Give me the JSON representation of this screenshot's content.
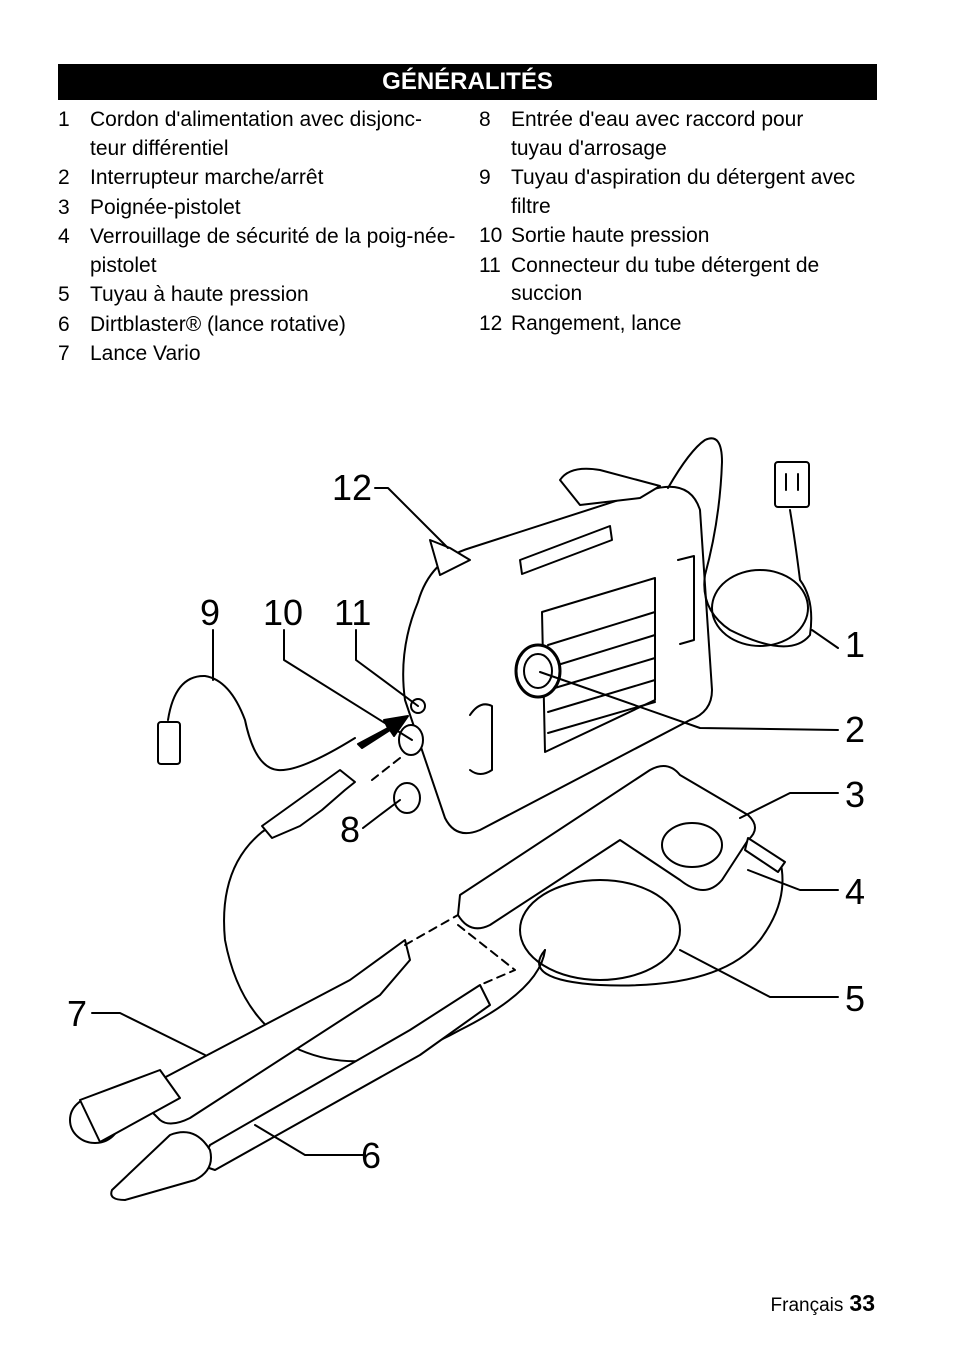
{
  "header": {
    "title": "GÉNÉRALITÉS"
  },
  "left_items": [
    {
      "num": "1",
      "text": "Cordon d'alimentation avec disjonc-teur différentiel"
    },
    {
      "num": "2",
      "text": "Interrupteur marche/arrêt"
    },
    {
      "num": "3",
      "text": "Poignée-pistolet"
    },
    {
      "num": "4",
      "text": "Verrouillage de sécurité de la poig-née-pistolet"
    },
    {
      "num": "5",
      "text": "Tuyau à haute pression"
    },
    {
      "num": "6",
      "text": "Dirtblaster® (lance rotative)"
    },
    {
      "num": "7",
      "text": "Lance Vario"
    }
  ],
  "right_items": [
    {
      "num": "8",
      "text": "Entrée d'eau avec raccord pour tuyau d'arrosage"
    },
    {
      "num": "9",
      "text": "Tuyau d'aspiration du détergent avec filtre"
    },
    {
      "num": "10",
      "text": "Sortie haute pression"
    },
    {
      "num": "11",
      "text": "Connecteur du tube détergent de succion"
    },
    {
      "num": "12",
      "text": "Rangement, lance"
    }
  ],
  "callouts": [
    "1",
    "2",
    "3",
    "4",
    "5",
    "6",
    "7",
    "8",
    "9",
    "10",
    "11",
    "12"
  ],
  "footer": {
    "language": "Français",
    "page": "33"
  }
}
